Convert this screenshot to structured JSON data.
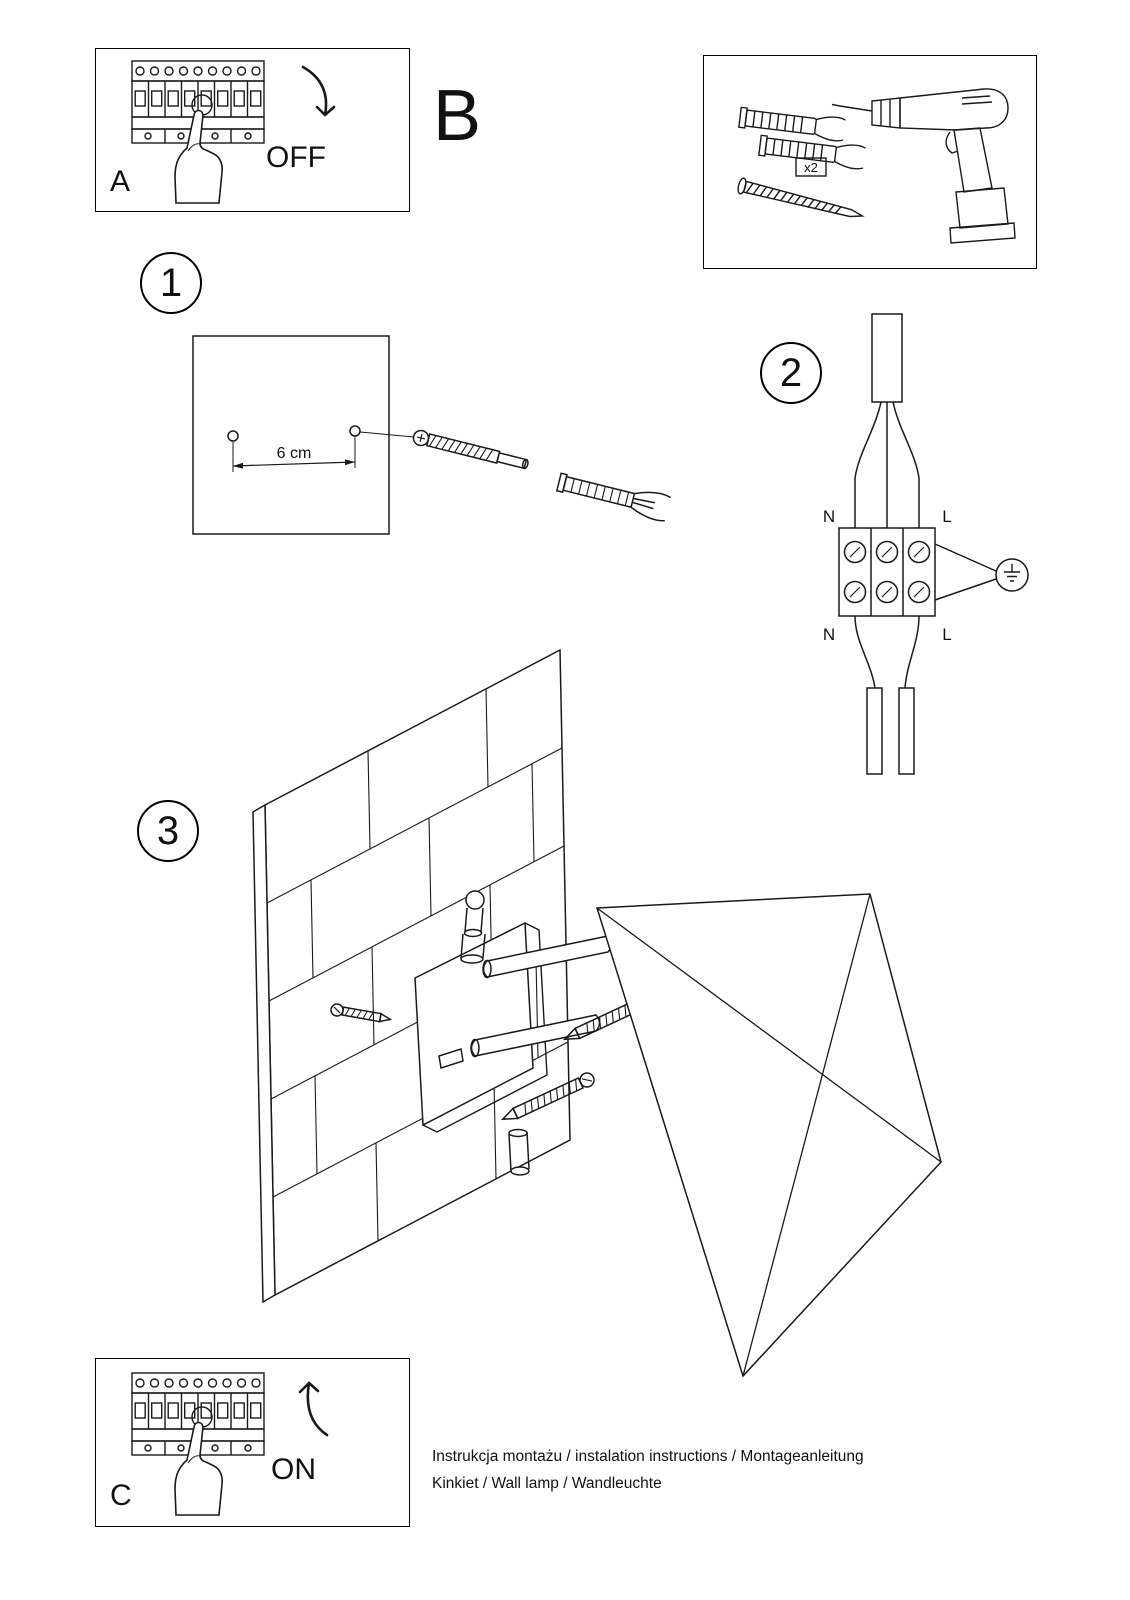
{
  "sheet": {
    "footer_line1": "Instrukcja montażu / instalation instructions / Montageanleitung",
    "footer_line2": "Kinkiet / Wall lamp / Wandleuchte"
  },
  "power_off": {
    "label": "A",
    "state": "OFF"
  },
  "power_on": {
    "label": "C",
    "state": "ON"
  },
  "section_b": {
    "label": "B"
  },
  "parts": {
    "dowel_quantity": "x2"
  },
  "step1": {
    "number": "1",
    "hole_spacing": "6 cm"
  },
  "step2": {
    "number": "2",
    "terminals": {
      "n_top": "N",
      "l_top": "L",
      "n_bottom": "N",
      "l_bottom": "L"
    }
  },
  "step3": {
    "number": "3"
  }
}
